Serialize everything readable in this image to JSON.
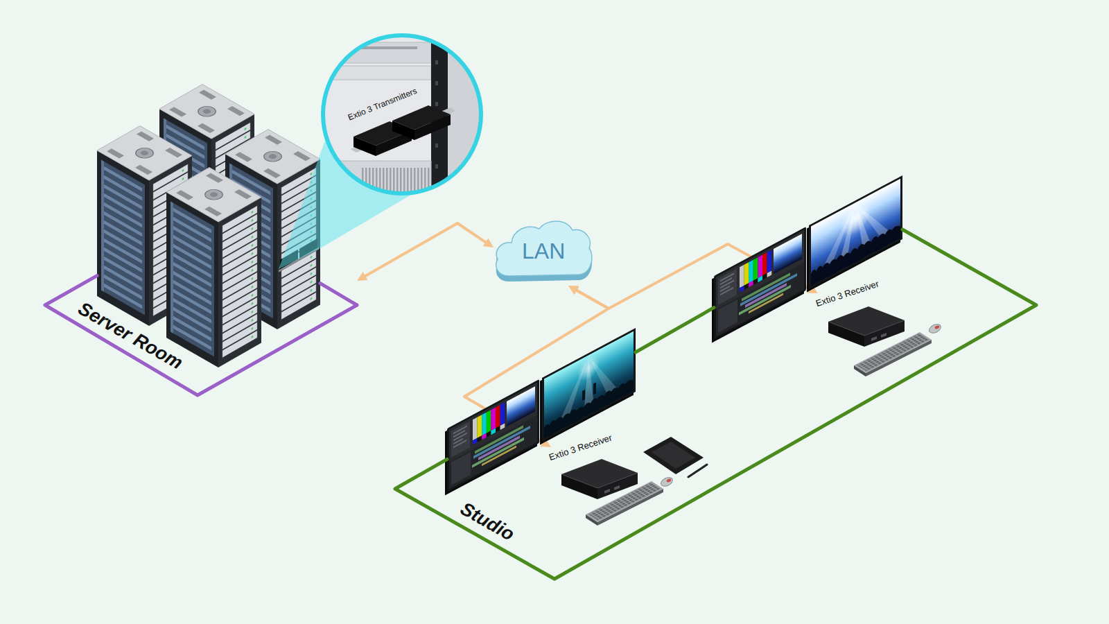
{
  "diagram": {
    "nodes": [
      {
        "text": [
          "Server Room"
        ]
      },
      {
        "text": [
          "Extio 3 Transmitters"
        ]
      },
      {
        "text": [
          "LAN"
        ]
      },
      {
        "text": [
          "Studio"
        ]
      },
      {
        "text": [
          "Extio 3 Receiver"
        ],
        "in": 3
      },
      {
        "text": [
          "Extio 3 Receiver"
        ],
        "in": 3
      }
    ],
    "edges": [
      {
        "from": 0,
        "to": 2,
        "arrow": "both"
      },
      {
        "from": 4,
        "to": 2,
        "arrow": "both"
      },
      {
        "from": 5,
        "to": 2,
        "arrow": "both"
      }
    ]
  }
}
